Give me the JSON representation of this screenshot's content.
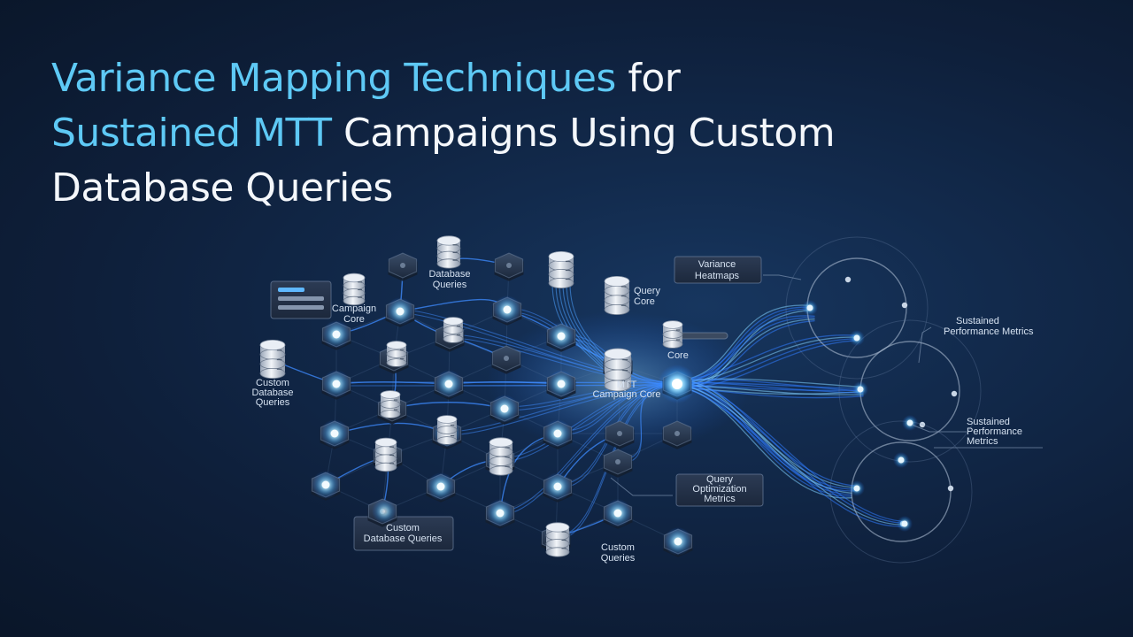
{
  "title": {
    "line1_highlight": "Variance Mapping Techniques",
    "line1_rest": " for",
    "line2_highlight": "Sustained MTT",
    "line2_rest": " Campaigns Using Custom",
    "line3": "Database Queries"
  },
  "labels": {
    "database_queries": [
      "Database",
      "Queries"
    ],
    "campaign_core": [
      "Campaign",
      "Core"
    ],
    "custom_database_queries_left": [
      "Custom",
      "Database",
      "Queries"
    ],
    "query_core": [
      "Query",
      "Core"
    ],
    "core": "Core",
    "mtt_campaign_core": [
      "MTT",
      "Campaign Core"
    ],
    "variance_heatmaps": [
      "Variance",
      "Heatmaps"
    ],
    "sustained_metrics_1": [
      "Sustained",
      "Performance Metrics"
    ],
    "sustained_metrics_2": [
      "Sustained",
      "Performance",
      "Metrics"
    ],
    "query_optimization_metrics": [
      "Query",
      "Optimization",
      "Metrics"
    ],
    "custom_database_queries_bottom": [
      "Custom",
      "Database Queries"
    ],
    "custom_queries": [
      "Custom",
      "Queries"
    ]
  },
  "colors": {
    "background": "#0e1f3a",
    "headline_accent": "#5ec9f5",
    "headline_text": "#f4f7fb",
    "glow": "#5fc8ff",
    "flow_line": "#3d8bff",
    "hex_fill": "#2a3a52"
  }
}
